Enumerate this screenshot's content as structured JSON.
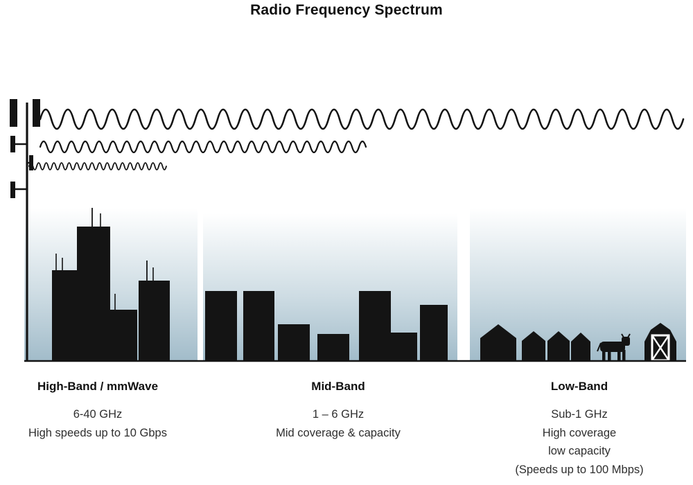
{
  "title": "Radio Frequency Spectrum",
  "bands": [
    {
      "name": "High-Band / mmWave",
      "lines": [
        "6-40 GHz",
        "High speeds up to 10 Gbps"
      ]
    },
    {
      "name": "Mid-Band",
      "lines": [
        "1 – 6 GHz",
        "Mid coverage & capacity"
      ]
    },
    {
      "name": "Low-Band",
      "lines": [
        "Sub-1 GHz",
        "High coverage",
        "low capacity",
        "(Speeds up to 100 Mbps)"
      ]
    }
  ],
  "icons": {
    "tower": "cell-tower-icon",
    "high_wave": "low-frequency-long-wave",
    "mid_wave": "mid-frequency-wave",
    "small_wave": "high-frequency-short-wave",
    "city": "city-skyline",
    "suburb": "suburban-buildings",
    "rural": "rural-houses",
    "cow": "cow-icon",
    "barn": "barn-icon"
  },
  "colors": {
    "silhouette": "#141414",
    "sky_top": "#ffffff",
    "sky_mid": "#cfdde4",
    "sky_bottom": "#a2bcca",
    "door_white": "#ffffff"
  }
}
